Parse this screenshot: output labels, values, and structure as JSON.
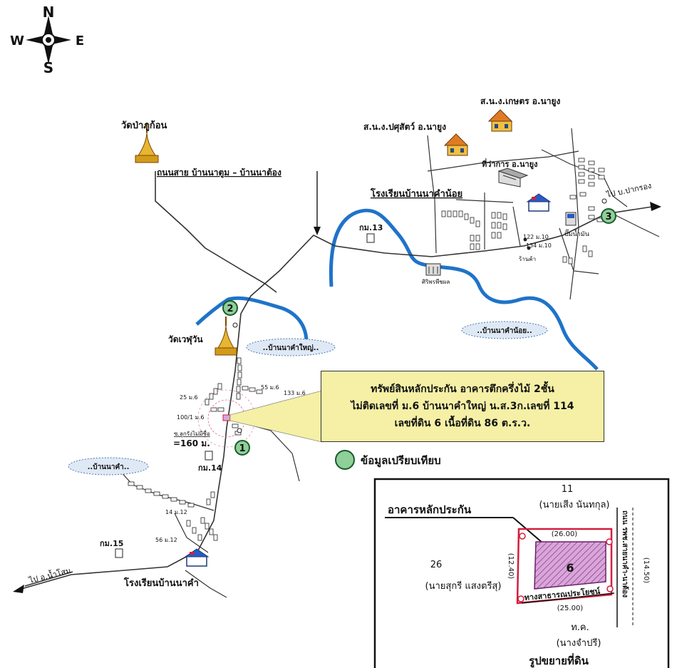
{
  "compass": {
    "n": "N",
    "s": "S",
    "e": "E",
    "w": "W"
  },
  "labels": {
    "wat_pa_phu_kon": "วัดป่าภูก้อน",
    "road_name": "ถนนสาย บ้านนาตูม – บ้านนาต้อง",
    "livestock_office": "ส.น.ง.ปศุสัตว์ อ.นายูง",
    "agri_office": "ส.น.ง.เกษตร อ.นายูง",
    "district_office": "ที่ว่าการ อ.นายูง",
    "school_na_kham_noi": "โรงเรียนบ้านนาคำน้อย",
    "to_pak_krang": "ไป บ.ปากรอง",
    "gas_station": "ปั๊มน้ำมัน",
    "house_122": "122 ม.10",
    "house_134": "134 ม.10",
    "shop": "ร้านค้า",
    "km13": "กม.13",
    "siriporn": "ศิริพรพืชผล",
    "wat_wehuwan": "วัดเวฬุวัน",
    "village_na_kham_yai": "..บ้านนาคำใหญ่..",
    "village_na_kham_noi": "..บ้านนาคำน้อย..",
    "village_na_kham": "..บ้านนาคำ..",
    "h25": "25 ม.6",
    "h55": "55 ม.6",
    "h133": "133 ม.6",
    "h100_1": "100/1 ม.6",
    "soi": "ซ.ลูกรังไม่มีชื่อ",
    "dist": "=160 ม.",
    "km14": "กม.14",
    "km15": "กม.15",
    "h14": "14 ม.12",
    "h56": "56 ม.12",
    "to_nam_som": "ไป อ.น้ำโสม",
    "school_na_kham": "โรงเรียนบ้านนาคำ",
    "comparison_legend": "ข้อมูลเปรียบเทียบ"
  },
  "markers": [
    "1",
    "2",
    "3"
  ],
  "annotation": {
    "line1": "ทรัพย์สินหลักประกัน อาคารตึกครึ่งไม้ 2ชั้น",
    "line2": "ไม่ติดเลขที่ ม.6 บ้านนาคำใหญ่ น.ส.3ก.เลขที่ 114",
    "line3": "เลขที่ดิน 6  เนื้อที่ดิน 86 ต.ร.ว."
  },
  "inset": {
    "north_num": "11",
    "north_owner": "(นายเสีง นันทกุล)",
    "title": "อาคารหลักประกัน",
    "west_num": "26",
    "west_owner": "(นายสุกรี แสงตรีสุ)",
    "top_dim": "(26.00)",
    "left_dim": "(12.40)",
    "bottom_dim": "(25.00)",
    "right_dim": "(14.50)",
    "parcel": "6",
    "public_way": "ทางสาธารณประโยชน์",
    "road_east": "ถนน รพช.สายนาคำ-นาต้อง",
    "south_code": "ท.ค.",
    "south_owner": "(นางจำปรี)",
    "caption": "รูปขยายที่ดิน"
  },
  "colors": {
    "river": "#1f73c9",
    "marker": "#8fcf9a",
    "annotation": "#f5f0a6",
    "parcel": "#d9a6d9",
    "parcel_border": "#d21f3c",
    "oval": "#dfe9f5"
  }
}
